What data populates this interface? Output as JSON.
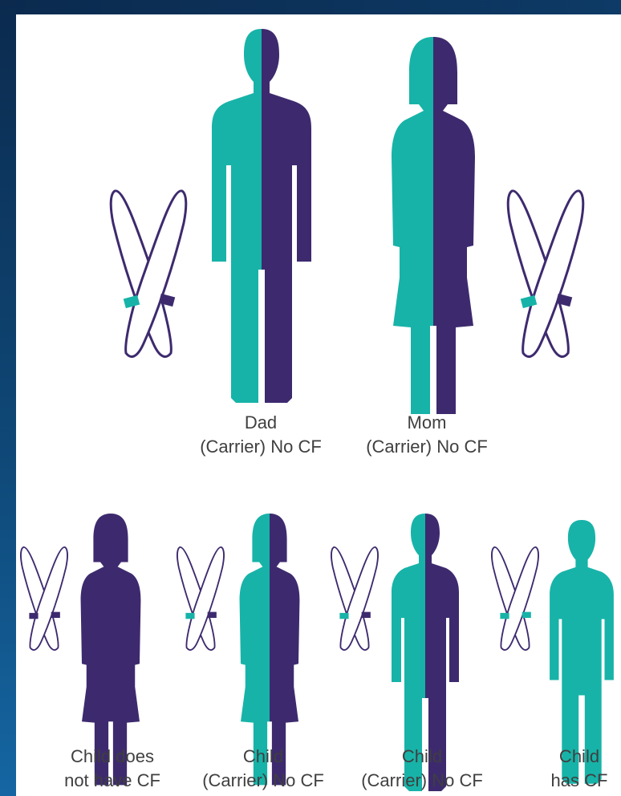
{
  "parents": [
    {
      "role_label": "Dad",
      "status_label": "(Carrier) No CF"
    },
    {
      "role_label": "Mom",
      "status_label": "(Carrier) No CF"
    }
  ],
  "children": [
    {
      "line1": "Child does",
      "line2": "not have CF"
    },
    {
      "line1": "Child",
      "line2": "(Carrier) No CF"
    },
    {
      "line1": "Child",
      "line2": "(Carrier) No CF"
    },
    {
      "line1": "Child",
      "line2": "has CF"
    }
  ],
  "colors": {
    "normal_gene": "#3d2a6e",
    "cf_gene": "#17b3a8",
    "frame": "#0d3a66"
  }
}
